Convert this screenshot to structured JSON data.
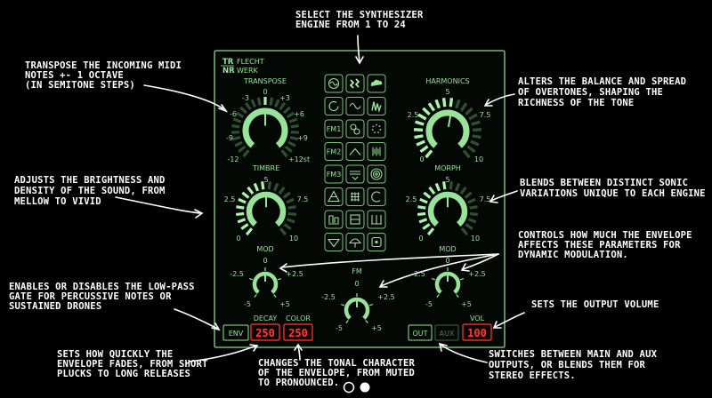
{
  "annotations": {
    "engine": [
      "SELECT THE SYNTHESIZER",
      "ENGINE FROM 1 TO 24"
    ],
    "transpose": [
      "TRANSPOSE THE INCOMING MIDI",
      "NOTES +- 1 OCTAVE",
      "(IN SEMITONE STEPS)"
    ],
    "harmonics": [
      "ALTERS THE BALANCE AND SPREAD",
      "OF OVERTONES, SHAPING THE",
      "RICHNESS OF THE TONE"
    ],
    "timbre": [
      "ADJUSTS THE BRIGHTNESS AND",
      "DENSITY OF THE SOUND, FROM",
      "MELLOW TO VIVID"
    ],
    "morph": [
      "BLENDS BETWEEN DISTINCT SONIC",
      "VARIATIONS UNIQUE TO EACH ENGINE"
    ],
    "mod": [
      "CONTROLS HOW MUCH THE ENVELOPE",
      "AFFECTS THESE PARAMETERS FOR",
      "DYNAMIC MODULATION."
    ],
    "env": [
      "ENABLES OR DISABLES THE LOW-PASS",
      "GATE FOR PERCUSSIVE NOTES OR",
      "SUSTAINED DRONES"
    ],
    "volume": [
      "SETS THE OUTPUT VOLUME"
    ],
    "decay": [
      "SETS HOW QUICKLY THE",
      "ENVELOPE FADES, FROM SHORT",
      "PLUCKS TO LONG RELEASES"
    ],
    "color": [
      "CHANGES THE TONAL CHARACTER",
      "OF THE ENVELOPE, FROM MUTED",
      "TO PRONOUNCED."
    ],
    "output": [
      "SWITCHES BETWEEN MAIN AND AUX",
      "OUTPUTS, OR BLENDS THEM FOR",
      "STEREO EFFECTS."
    ]
  },
  "panel": {
    "logo": [
      "TR",
      "NR"
    ],
    "brand": [
      "FLECHT",
      "WERK"
    ],
    "transpose": {
      "label": "TRANSPOSE",
      "ticks": [
        "-12",
        "-9",
        "-6",
        "-3",
        "0",
        "+3",
        "+6",
        "+9",
        "+12st"
      ]
    },
    "harmonics": {
      "label": "HARMONICS",
      "ticks": [
        "0",
        "2.5",
        "5",
        "7.5",
        "10"
      ],
      "value": 0.55
    },
    "timbre": {
      "label": "TIMBRE",
      "ticks": [
        "0",
        "2.5",
        "5",
        "7.5",
        "10"
      ],
      "value": 0.5
    },
    "morph": {
      "label": "MORPH",
      "ticks": [
        "0",
        "2.5",
        "5",
        "7.5",
        "10"
      ],
      "value": 0.5
    },
    "mod_left": {
      "label": "MOD",
      "ticks": [
        "-5",
        "-2.5",
        "0",
        "+2.5",
        "+5"
      ]
    },
    "mod_right": {
      "label": "MOD",
      "ticks": [
        "-5",
        "-2.5",
        "0",
        "+2.5",
        "+5"
      ]
    },
    "fm": {
      "label": "FM",
      "ticks": [
        "-5",
        "-2.5",
        "0",
        "+2.5",
        "+5"
      ]
    },
    "engine_grid": [
      [
        "sine-icon",
        "wavefolder-icon",
        "cloud-icon"
      ],
      [
        "cycle-icon",
        "wave-icon",
        "grain-icon"
      ],
      [
        "FM1",
        "bell-icon",
        "dots-icon"
      ],
      [
        "FM2",
        "chevron-icon",
        "bars-icon"
      ],
      [
        "FM3",
        "filter-icon",
        "spiral-icon"
      ],
      [
        "pyramid-icon",
        "grid-icon",
        "ring-icon"
      ],
      [
        "chord-icon",
        "drum-icon",
        "string-icon"
      ],
      [
        "speech-icon",
        "hat-icon",
        "noise-icon"
      ]
    ],
    "env_button": "ENV",
    "decay_label": "DECAY",
    "color_label": "COLOR",
    "decay_value": "250",
    "color_value": "250",
    "out_button": "OUT",
    "aux_button": "AUX",
    "vol_label": "VOL",
    "vol_value": "100"
  },
  "colors": {
    "panel_green": "#99e29a",
    "bright_green": "#a9f5aa",
    "display_red": "#ff3b2f",
    "background": "#000000"
  }
}
